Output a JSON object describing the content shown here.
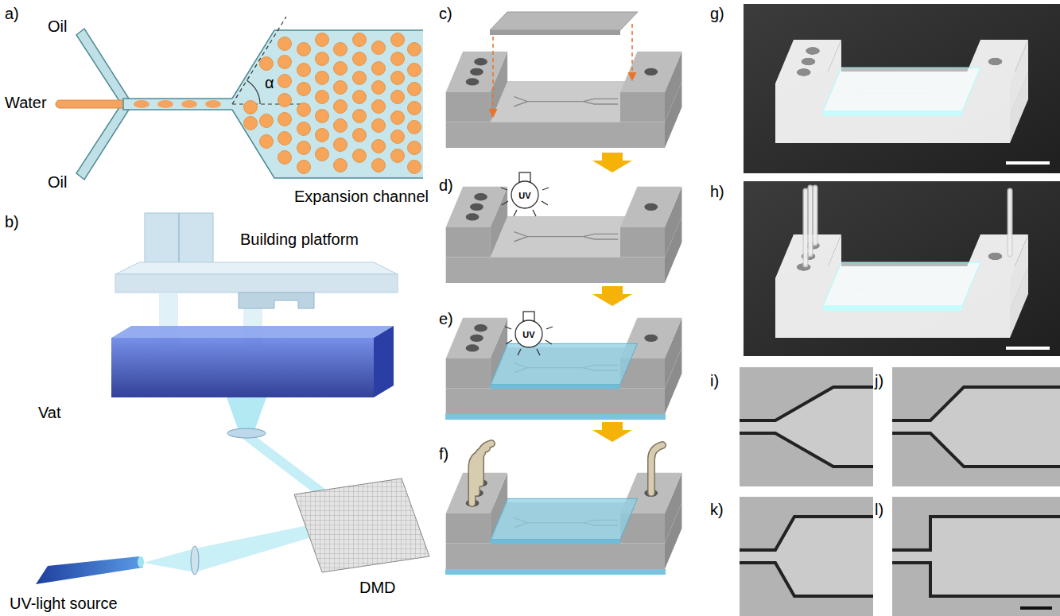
{
  "diagram": {
    "labels": [
      "a)",
      "Oil",
      "Water",
      "Oil",
      "α",
      "Expansion channel",
      "b)",
      "Building platform",
      "Vat",
      "UV-light source",
      "DMD",
      "c)",
      "d)",
      "UV",
      "e)",
      "UV",
      "f)",
      "g)",
      "h)",
      "i)",
      "j)",
      "k)",
      "l)"
    ]
  }
}
